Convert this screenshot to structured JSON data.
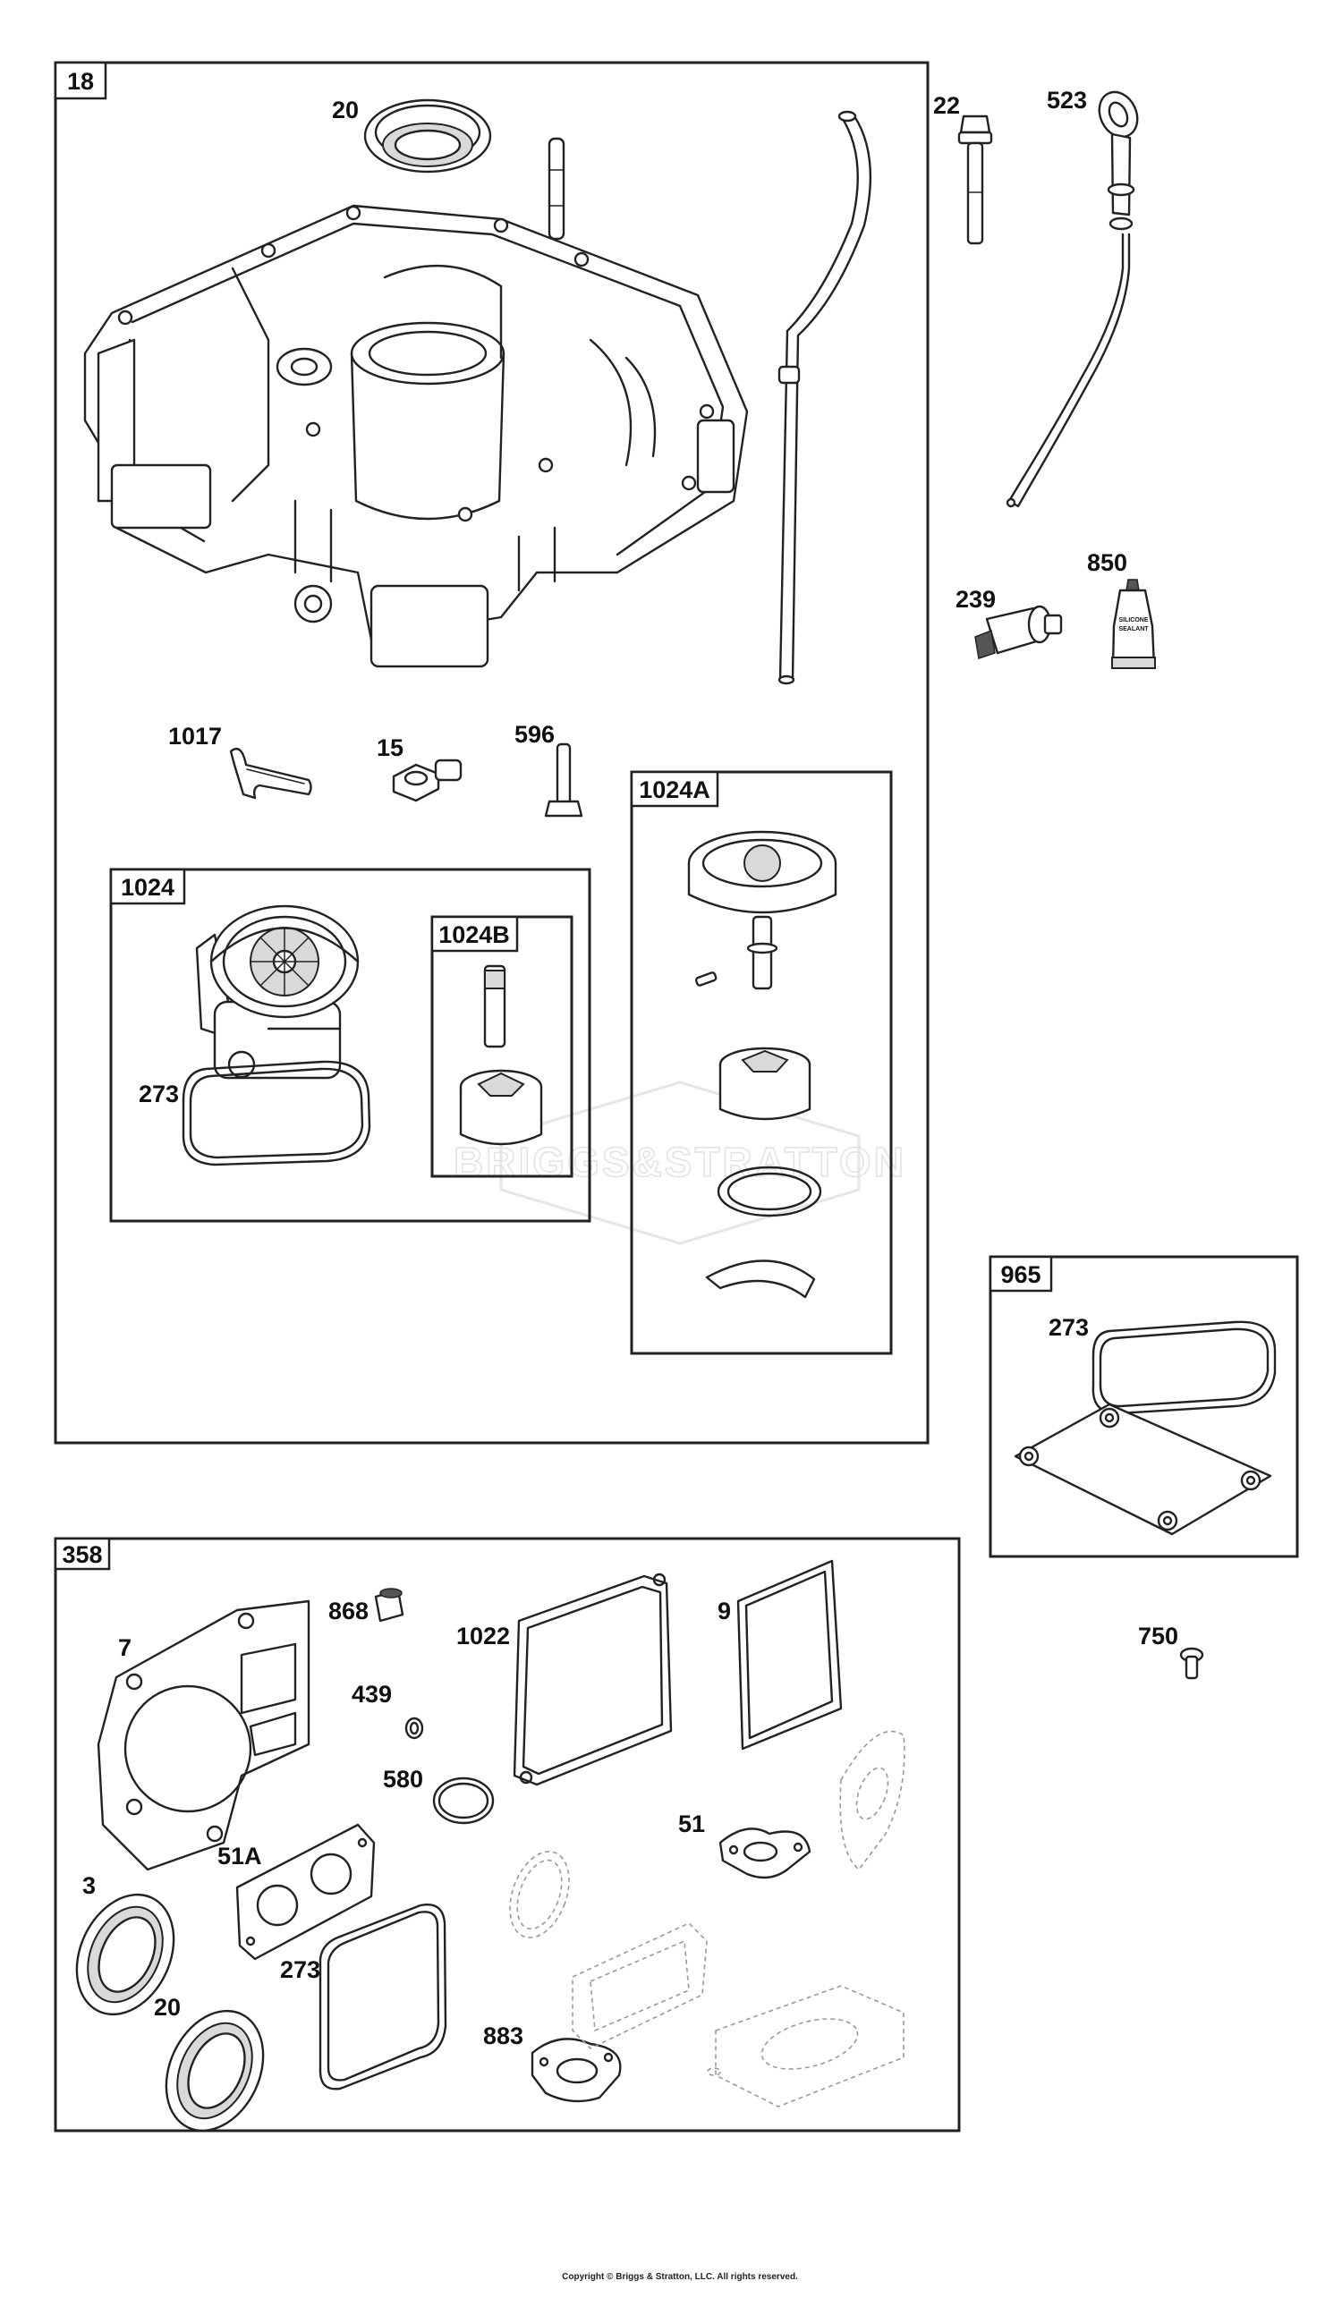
{
  "diagram": {
    "boxes": {
      "box_18": "18",
      "box_1024": "1024",
      "box_1024B": "1024B",
      "box_1024A": "1024A",
      "box_965": "965",
      "box_358": "358"
    },
    "labels": {
      "l20a": "20",
      "l22": "22",
      "l523": "523",
      "l239": "239",
      "l850": "850",
      "l1017": "1017",
      "l15": "15",
      "l596": "596",
      "l273a": "273",
      "l273b": "273",
      "l868": "868",
      "l7": "7",
      "l1022": "1022",
      "l9": "9",
      "l439": "439",
      "l580": "580",
      "l51": "51",
      "l51A": "51A",
      "l3": "3",
      "l273c": "273",
      "l20b": "20",
      "l883": "883",
      "l750": "750"
    },
    "product_text": {
      "sealant_line1": "SILICONE",
      "sealant_line2": "SEALANT"
    },
    "watermark": "BRIGGS&STRATTON",
    "copyright": "Copyright © Briggs & Stratton, LLC. All rights reserved."
  }
}
